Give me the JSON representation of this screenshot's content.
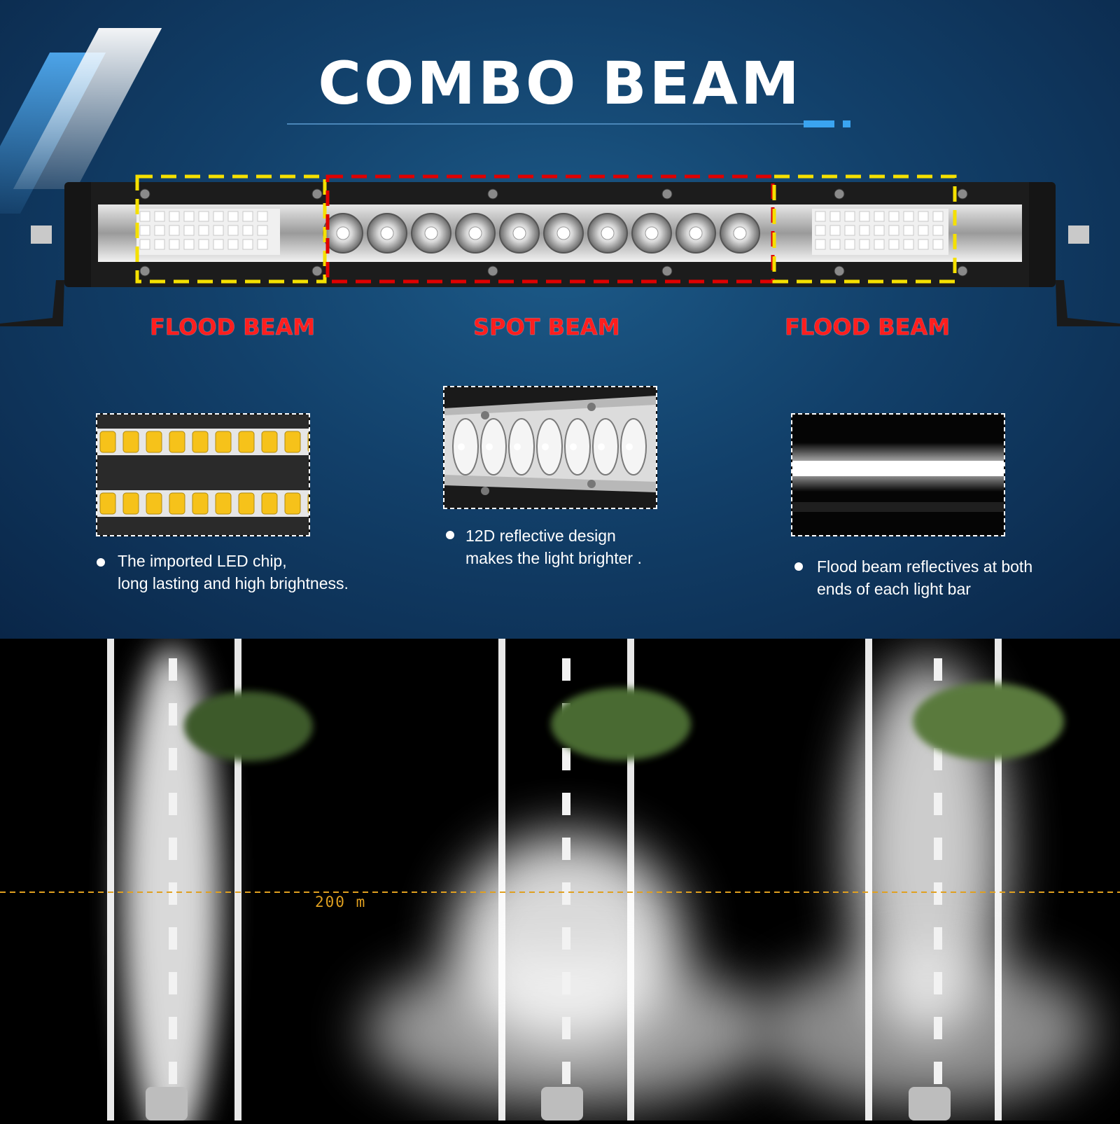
{
  "title": "COMBO BEAM",
  "beam_labels": {
    "left": "FLOOD BEAM",
    "center": "SPOT BEAM",
    "right": "FLOOD BEAM"
  },
  "features": [
    {
      "text_line1": "The imported LED chip,",
      "text_line2": "long lasting and high brightness."
    },
    {
      "text_line1": "12D reflective design",
      "text_line2": "makes the light brighter ."
    },
    {
      "text_line1": "Flood beam reflectives at both",
      "text_line2": "ends of each light bar"
    }
  ],
  "distance_label": "200 m",
  "colors": {
    "flood_outline": "#f5e000",
    "spot_outline": "#e00000",
    "label_red": "#ff1e1e",
    "distance_line": "#e0a020"
  }
}
